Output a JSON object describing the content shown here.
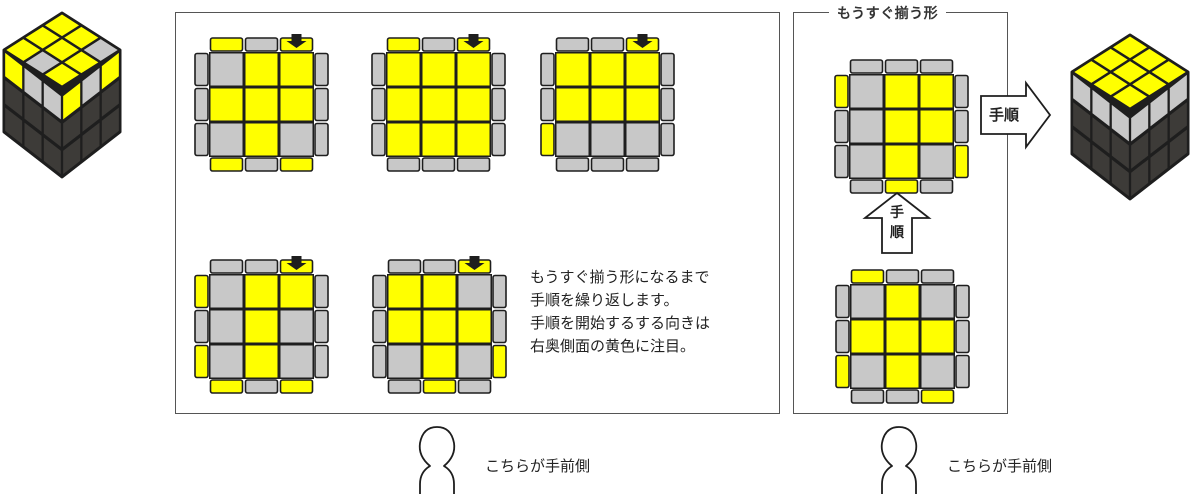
{
  "colors": {
    "yellow": "#ffff00",
    "gray": "#c8c8c8",
    "dark": "#3d3b38",
    "outline": "#1e1e1e",
    "panel_border": "#555555"
  },
  "panels": {
    "right_title": "もうすぐ揃う形"
  },
  "note": {
    "lines": [
      "もうすぐ揃う形になるまで",
      "手順を繰り返します。",
      "手順を開始するする向きは",
      "右奥側面の黄色に注目。"
    ]
  },
  "captions": {
    "front_side_left": "こちらが手前側",
    "front_side_right": "こちらが手前側"
  },
  "labels": {
    "procedure_right": "手順",
    "procedure_vertical_1": "手",
    "procedure_vertical_2": "順"
  },
  "icons": {
    "cube_before": "cube-3d-icon",
    "cube_after": "cube-3d-icon",
    "arrow": "down-arrow-icon",
    "person": "person-icon"
  },
  "patterns": [
    {
      "name": "pattern-1",
      "has_arrow": true,
      "grid": [
        "GYY",
        "YYY",
        "GYG"
      ],
      "top": [
        "Y",
        "G",
        "Y"
      ],
      "bottom": [
        "Y",
        "G",
        "Y"
      ],
      "left": [
        "G",
        "G",
        "G"
      ],
      "right": [
        "G",
        "G",
        "G"
      ]
    },
    {
      "name": "pattern-2",
      "has_arrow": true,
      "grid": [
        "YYY",
        "YYY",
        "YYY"
      ],
      "top": [
        "Y",
        "G",
        "Y"
      ],
      "bottom": [
        "G",
        "G",
        "G"
      ],
      "left": [
        "G",
        "G",
        "G"
      ],
      "right": [
        "G",
        "G",
        "G"
      ]
    },
    {
      "name": "pattern-3",
      "has_arrow": true,
      "grid": [
        "YYY",
        "YYY",
        "GGG"
      ],
      "top": [
        "G",
        "G",
        "Y"
      ],
      "bottom": [
        "G",
        "G",
        "G"
      ],
      "left": [
        "G",
        "G",
        "Y"
      ],
      "right": [
        "G",
        "G",
        "G"
      ]
    },
    {
      "name": "pattern-4",
      "has_arrow": true,
      "grid": [
        "GYY",
        "GYG",
        "GYG"
      ],
      "top": [
        "G",
        "G",
        "Y"
      ],
      "bottom": [
        "Y",
        "G",
        "Y"
      ],
      "left": [
        "Y",
        "G",
        "Y"
      ],
      "right": [
        "G",
        "G",
        "G"
      ]
    },
    {
      "name": "pattern-5",
      "has_arrow": true,
      "grid": [
        "YYG",
        "YYY",
        "GYG"
      ],
      "top": [
        "G",
        "G",
        "Y"
      ],
      "bottom": [
        "G",
        "Y",
        "G"
      ],
      "left": [
        "G",
        "G",
        "G"
      ],
      "right": [
        "G",
        "G",
        "Y"
      ]
    },
    {
      "name": "pattern-near-top",
      "has_arrow": false,
      "grid": [
        "GYY",
        "GYY",
        "GYG"
      ],
      "top": [
        "G",
        "G",
        "G"
      ],
      "bottom": [
        "G",
        "Y",
        "G"
      ],
      "left": [
        "Y",
        "G",
        "G"
      ],
      "right": [
        "G",
        "G",
        "Y"
      ]
    },
    {
      "name": "pattern-near-bottom",
      "has_arrow": false,
      "grid": [
        "GYG",
        "YYY",
        "GYG"
      ],
      "top": [
        "Y",
        "G",
        "G"
      ],
      "bottom": [
        "G",
        "G",
        "Y"
      ],
      "left": [
        "G",
        "G",
        "Y"
      ],
      "right": [
        "G",
        "G",
        "G"
      ]
    }
  ]
}
